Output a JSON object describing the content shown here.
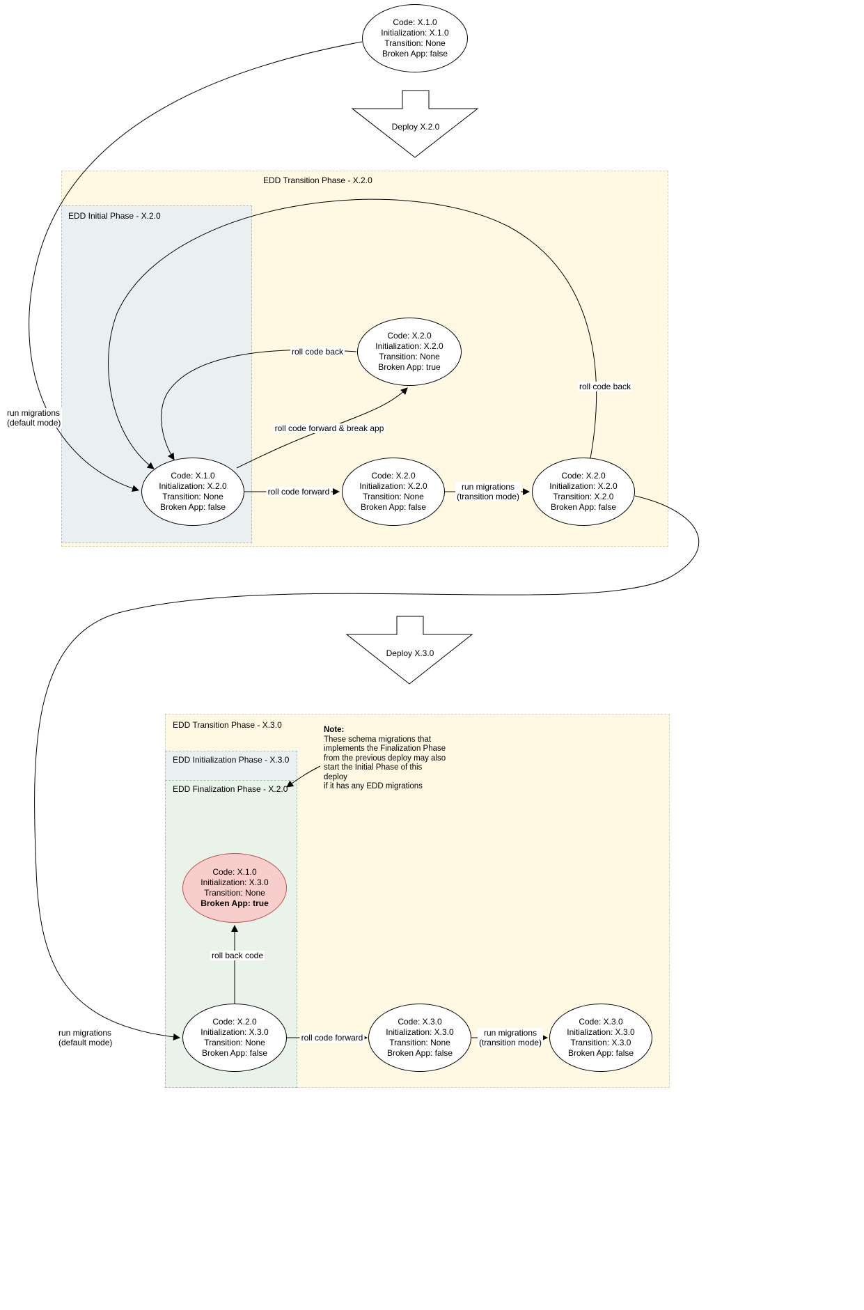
{
  "containers": {
    "transition1": "EDD Transition Phase - X.2.0",
    "initial1": "EDD Initial Phase - X.2.0",
    "transition2": "EDD Transition Phase - X.3.0",
    "initialization2": "EDD Initialization Phase - X.3.0",
    "finalization2": "EDD Finalization Phase - X.2.0"
  },
  "deploys": {
    "deploy1": "Deploy X.2.0",
    "deploy2": "Deploy X.3.0"
  },
  "nodes": {
    "start": {
      "lines": [
        "Code: X.1.0",
        "Initialization: X.1.0",
        "Transition: None",
        "Broken App: false"
      ]
    },
    "broken1": {
      "lines": [
        "Code: X.2.0",
        "Initialization: X.2.0",
        "Transition: None",
        "Broken App: true"
      ]
    },
    "initial1": {
      "lines": [
        "Code: X.1.0",
        "Initialization: X.2.0",
        "Transition: None",
        "Broken App: false"
      ]
    },
    "mid1": {
      "lines": [
        "Code: X.2.0",
        "Initialization: X.2.0",
        "Transition: None",
        "Broken App: false"
      ]
    },
    "end1": {
      "lines": [
        "Code: X.2.0",
        "Initialization: X.2.0",
        "Transition: X.2.0",
        "Broken App: false"
      ]
    },
    "broken2": {
      "lines": [
        "Code: X.1.0",
        "Initialization: X.3.0",
        "Transition: None",
        "Broken App: true"
      ]
    },
    "initial2": {
      "lines": [
        "Code: X.2.0",
        "Initialization: X.3.0",
        "Transition: None",
        "Broken App: false"
      ]
    },
    "mid2": {
      "lines": [
        "Code: X.3.0",
        "Initialization: X.3.0",
        "Transition: None",
        "Broken App: false"
      ]
    },
    "end2": {
      "lines": [
        "Code: X.3.0",
        "Initialization: X.3.0",
        "Transition: X.3.0",
        "Broken App: false"
      ]
    }
  },
  "edge_labels": {
    "run_default_1": [
      "run migrations",
      "(default mode)"
    ],
    "roll_back_1": "roll code back",
    "roll_fwd_break_1": "roll code forward & break app",
    "roll_fwd_1": "roll code forward",
    "run_transition_1": [
      "run migrations",
      "(transition mode)"
    ],
    "roll_back_top_1": "roll code back",
    "run_default_2": [
      "run migrations",
      "(default mode)"
    ],
    "roll_back_code_2": "roll back code",
    "roll_fwd_2": "roll code forward",
    "run_transition_2": [
      "run migrations",
      "(transition mode)"
    ]
  },
  "note": {
    "title": "Note:",
    "lines": [
      "These schema migrations that",
      "implements the Finalization Phase",
      "from the previous deploy may also",
      "start the Initial Phase of this deploy",
      "if it has any EDD migrations"
    ]
  },
  "colors": {
    "phase_yellow": "#FFF9E3",
    "phase_bluegray": "#EAF0F2",
    "phase_green": "#E9F3EA",
    "broken_node_fill": "#F8CECC",
    "broken_node_border": "#B85450"
  }
}
